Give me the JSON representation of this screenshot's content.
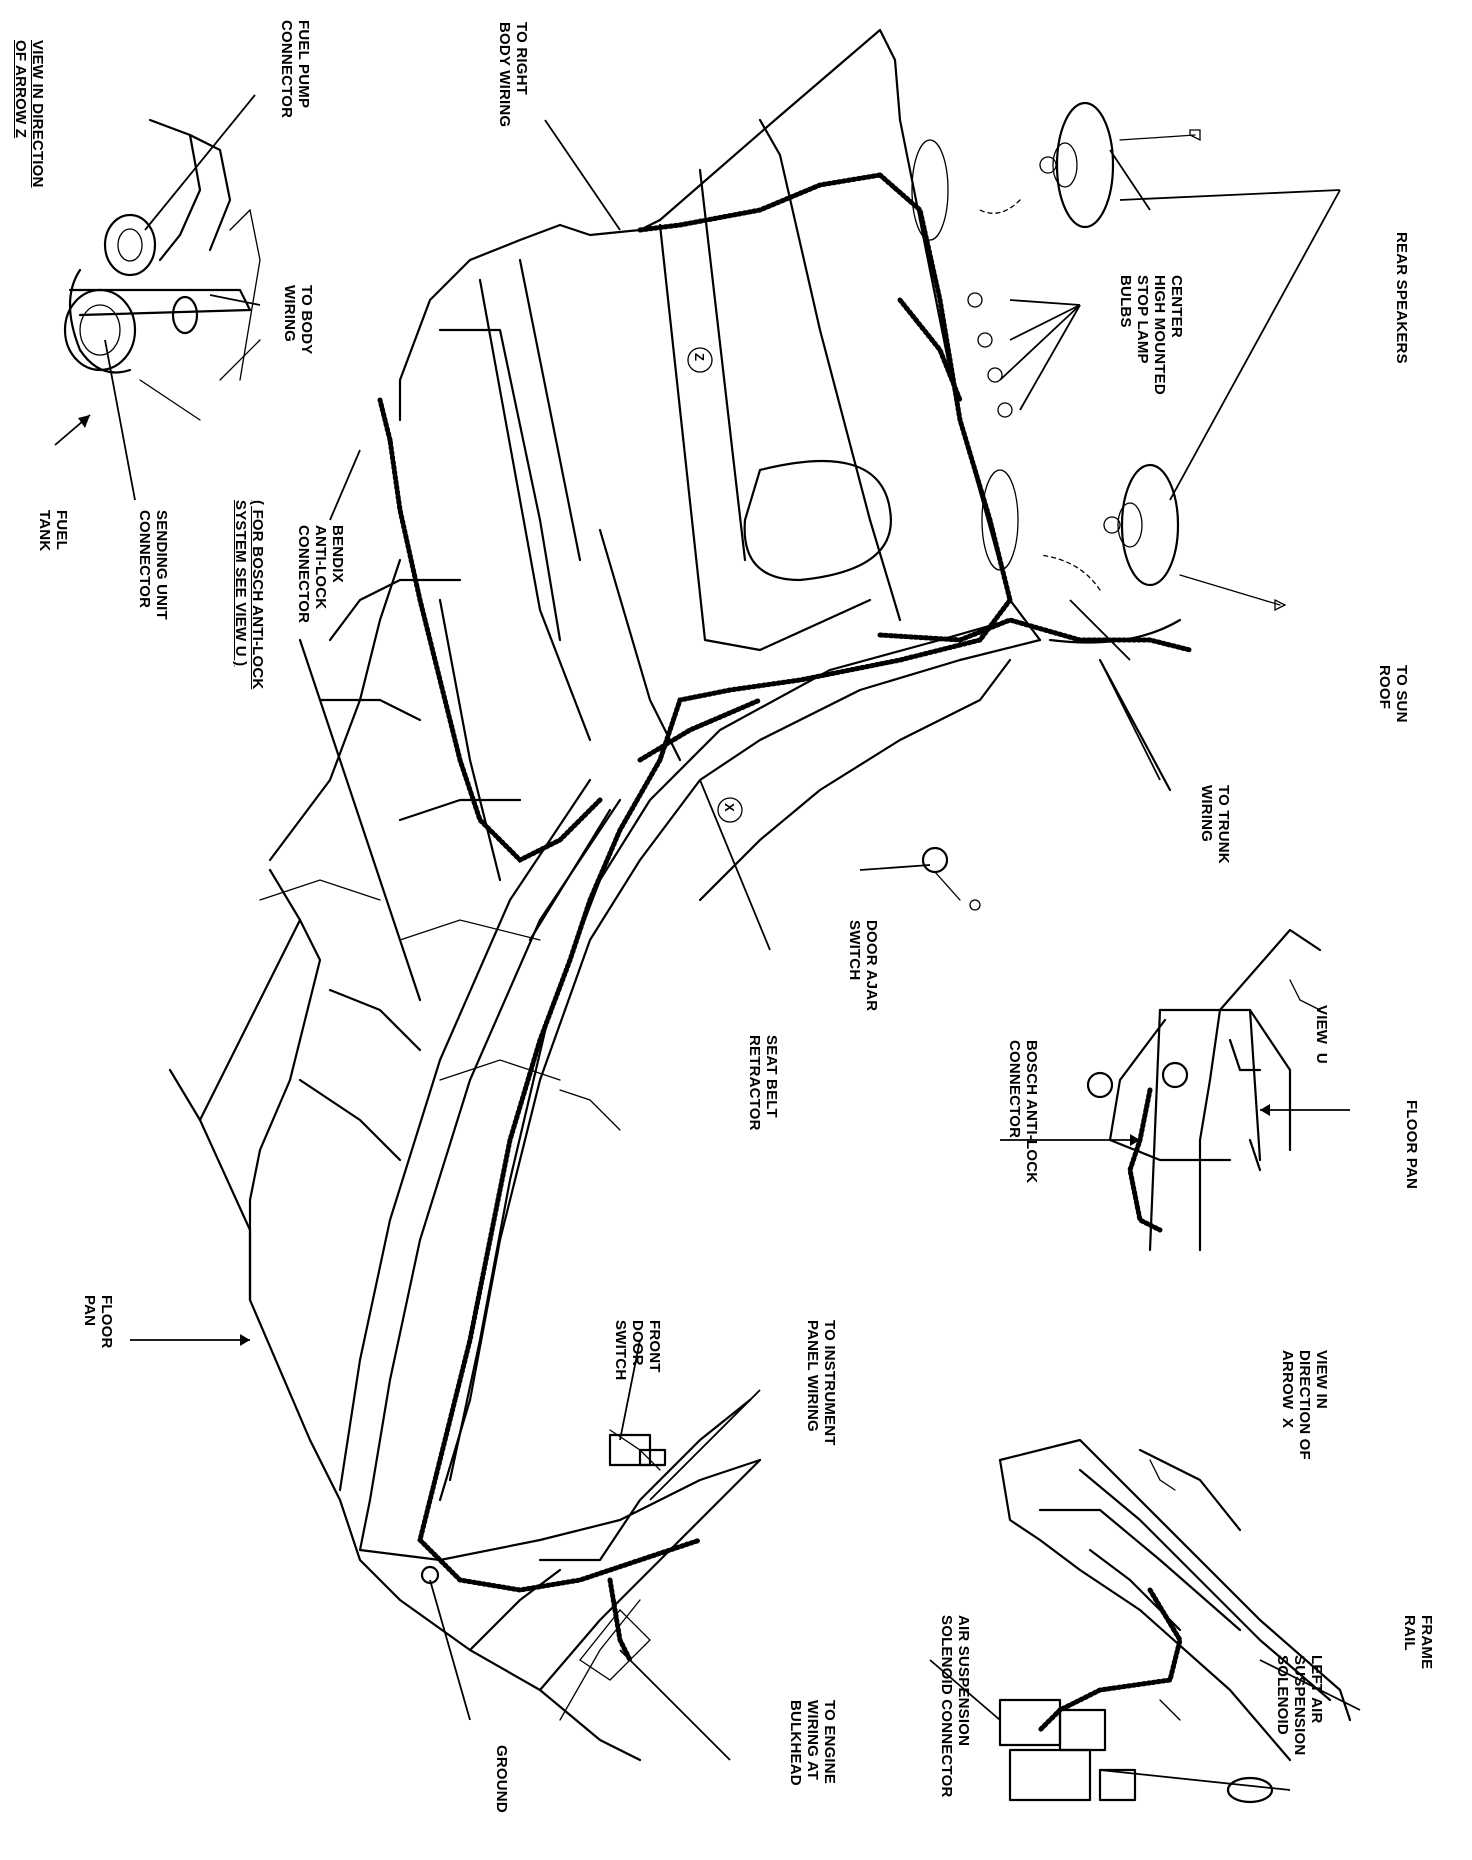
{
  "labels": {
    "view_z_title": "VIEW IN DIRECTION\nOF ARROW Z",
    "fuel_pump_connector": "FUEL PUMP\nCONNECTOR",
    "to_body_wiring": "TO BODY\nWIRING",
    "sending_unit_connector": "SENDING UNIT\nCONNECTOR",
    "fuel_tank": "FUEL\nTANK",
    "to_right_body_wiring": "TO RIGHT\nBODY WIRING",
    "bendix_connector": "BENDIX\nANTI-LOCK\nCONNECTOR",
    "bosch_note": "( FOR BOSCH ANTI-LOCK\nSYSTEM SEE VIEW U )",
    "rear_speakers": "REAR SPEAKERS",
    "stop_lamp_bulbs": "CENTER\nHIGH MOUNTED\nSTOP LAMP\nBULBS",
    "to_sun_roof": "TO SUN\nROOF",
    "to_trunk_wiring": "TO TRUNK\nWIRING",
    "door_ajar_switch": "DOOR AJAR\nSWITCH",
    "seat_belt_retractor": "SEAT BELT\nRETRACTOR",
    "view_u": "VIEW  U",
    "floor_pan_u": "FLOOR PAN",
    "bosch_connector": "BOSCH ANTI-LOCK\nCONNECTOR",
    "view_x_title": "VIEW IN\nDIRECTION OF\nARROW  X",
    "frame_rail": "FRAME\nRAIL",
    "left_air_solenoid": "LEFT AIR\nSUSPENSION\nSOLENOID",
    "air_solenoid_connector": "AIR SUSPENSION\nSOLENOID CONNECTOR",
    "floor_pan_main": "FLOOR\nPAN",
    "front_door_switch": "FRONT\nDOOR\nSWITCH",
    "to_instrument_panel": "TO INSTRUMENT\nPANEL WIRING",
    "ground": "GROUND",
    "to_engine_wiring": "TO ENGINE\nWIRING AT\nBULKHEAD",
    "marker_z": "Z",
    "marker_x": "X"
  }
}
